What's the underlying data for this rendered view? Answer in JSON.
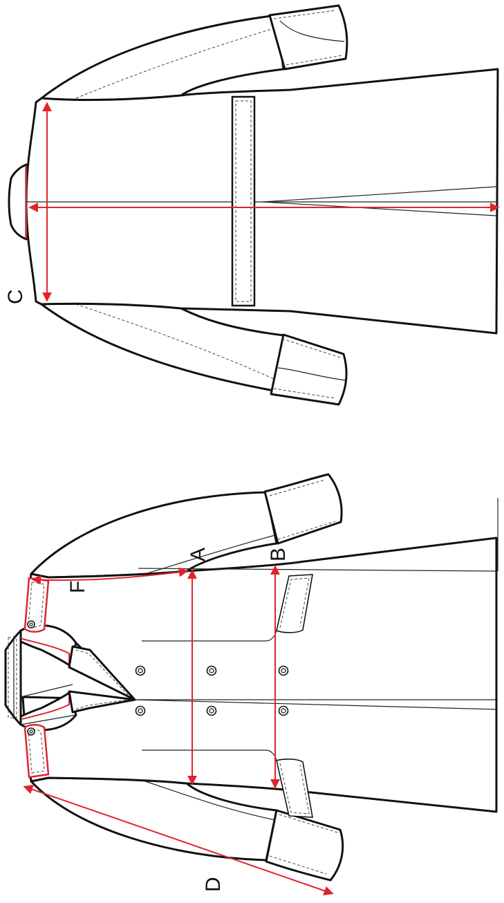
{
  "diagram": {
    "labels": {
      "A": "A",
      "B": "B",
      "C": "C",
      "D": "D",
      "F": "F"
    },
    "views": [
      "back-view",
      "front-view"
    ],
    "colors": {
      "outline": "#111111",
      "measure": "#e0242b",
      "background": "#ffffff"
    },
    "icons": [
      "button-icon",
      "arrow-head-icon"
    ]
  }
}
